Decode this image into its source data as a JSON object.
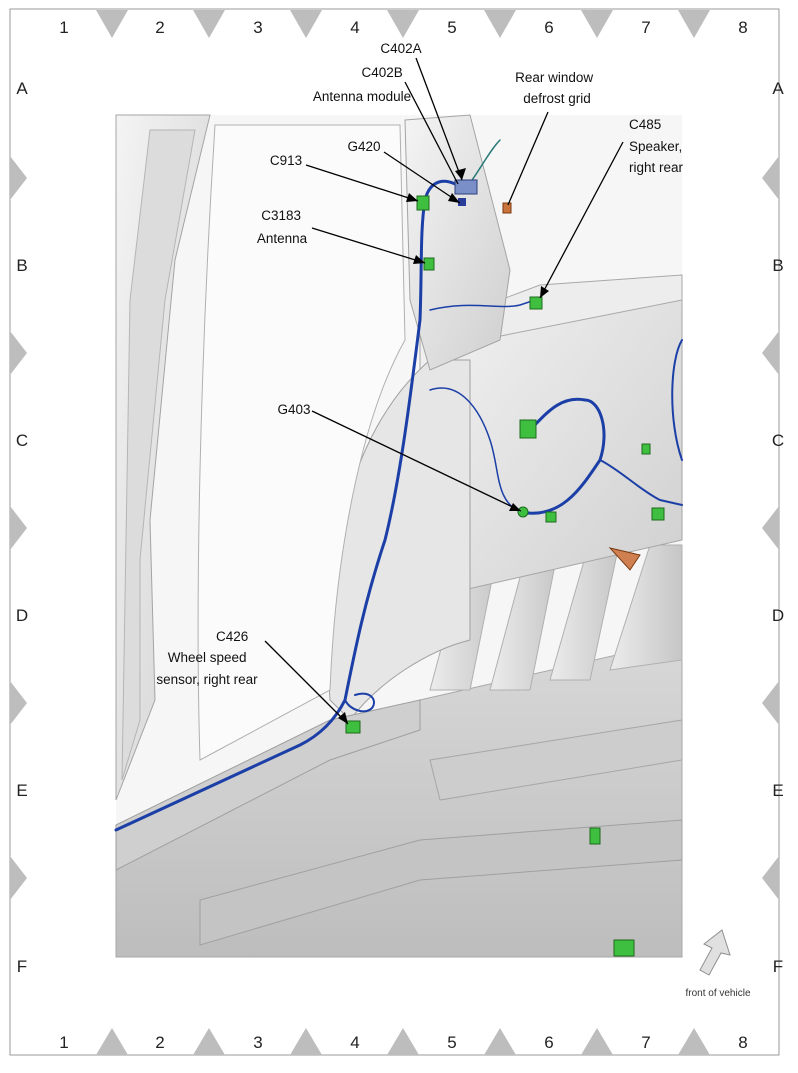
{
  "grid": {
    "columns": [
      "1",
      "2",
      "3",
      "4",
      "5",
      "6",
      "7",
      "8"
    ],
    "rows": [
      "A",
      "B",
      "C",
      "D",
      "E",
      "F"
    ]
  },
  "callouts": [
    {
      "id": "c402a",
      "lines": [
        "C402A"
      ]
    },
    {
      "id": "c402b",
      "lines": [
        "C402B",
        "Antenna module"
      ]
    },
    {
      "id": "rear-defrost",
      "lines": [
        "Rear window",
        "defrost grid"
      ]
    },
    {
      "id": "c485",
      "lines": [
        "C485",
        "Speaker,",
        "right rear"
      ]
    },
    {
      "id": "g420",
      "lines": [
        "G420"
      ]
    },
    {
      "id": "c913",
      "lines": [
        "C913"
      ]
    },
    {
      "id": "c3183",
      "lines": [
        "C3183",
        "Antenna"
      ]
    },
    {
      "id": "g403",
      "lines": [
        "G403"
      ]
    },
    {
      "id": "c426",
      "lines": [
        "C426",
        "Wheel speed",
        "sensor, right rear"
      ]
    }
  ],
  "orientation": {
    "label": "front of vehicle"
  },
  "colors": {
    "harness": "#1b3fa6",
    "connector": "#3fbf3f",
    "frame_marker": "#bdbdbd",
    "body_panel": "#e4e4e4"
  }
}
